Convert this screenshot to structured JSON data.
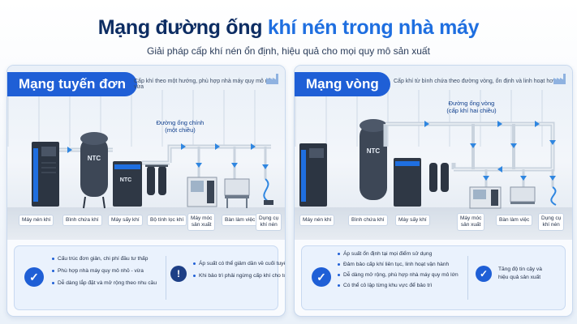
{
  "title": {
    "part1": "Mạng đường ống ",
    "part2": "khí nén trong nhà máy"
  },
  "subtitle": "Giải pháp cấp khí nén ổn định, hiệu quả cho mọi quy mô sản xuất",
  "colors": {
    "primary": "#1f5fd6",
    "dark_navy": "#0d2d63",
    "pipe": "#c9d3de",
    "arrow": "#2f86e0"
  },
  "left_panel": {
    "header": "Mạng tuyến đơn",
    "description": "Cấp khí theo một hướng, phù hợp nhà máy quy mô nhỏ - vừa",
    "icon": "factory-icon",
    "pipe_label_line1": "Đường ống chính",
    "pipe_label_line2": "(một chiều)",
    "brand": "NTC",
    "equipment": [
      {
        "label": "Máy nén khí"
      },
      {
        "label": "Bình chứa khí"
      },
      {
        "label": "Máy sấy khí"
      },
      {
        "label": "Bộ tính lọc khí"
      },
      {
        "label_line1": "Máy móc",
        "label_line2": "sản xuất"
      },
      {
        "label": "Bàn làm việc"
      },
      {
        "label_line1": "Dụng cụ",
        "label_line2": "khí nén"
      }
    ],
    "pros_icon": "check-icon",
    "pros": [
      "Cấu trúc đơn giản, chi phí đầu tư thấp",
      "Phù hợp nhà máy quy mô nhỏ - vừa",
      "Dễ dàng lắp đặt và mở rộng theo nhu cầu"
    ],
    "cons_icon": "exclamation-icon",
    "cons": [
      "Áp suất có thể giảm dần về cuối tuyến",
      "Khi bảo trì phải ngừng cấp khí cho toàn tuyến"
    ]
  },
  "right_panel": {
    "header": "Mạng vòng",
    "description": "Cấp khí từ bình chứa theo đường vòng, ổn định và linh hoạt hơn",
    "icon": "factory-icon",
    "pipe_label_line1": "Đường ống vòng",
    "pipe_label_line2": "(cấp khí hai chiều)",
    "brand": "NTC",
    "equipment": [
      {
        "label": "Máy nén khí"
      },
      {
        "label": "Bình chứa khí"
      },
      {
        "label": "Máy sấy khí"
      },
      {
        "label_line1": "Máy móc",
        "label_line2": "sản xuất"
      },
      {
        "label": "Bàn làm việc"
      },
      {
        "label_line1": "Dụng cụ",
        "label_line2": "khí nén"
      }
    ],
    "pros_icon": "check-icon",
    "pros": [
      "Áp suất ổn định tại mọi điểm sử dụng",
      "Đảm bảo cấp khí liên tục, linh hoạt vận hành",
      "Dễ dàng mở rộng, phù hợp nhà máy quy mô lớn",
      "Có thể cô lập từng khu vực để bảo trì"
    ],
    "extra_icon": "check-icon",
    "extra": [
      "Tăng độ tin cậy và",
      "hiệu quả sản xuất"
    ]
  }
}
